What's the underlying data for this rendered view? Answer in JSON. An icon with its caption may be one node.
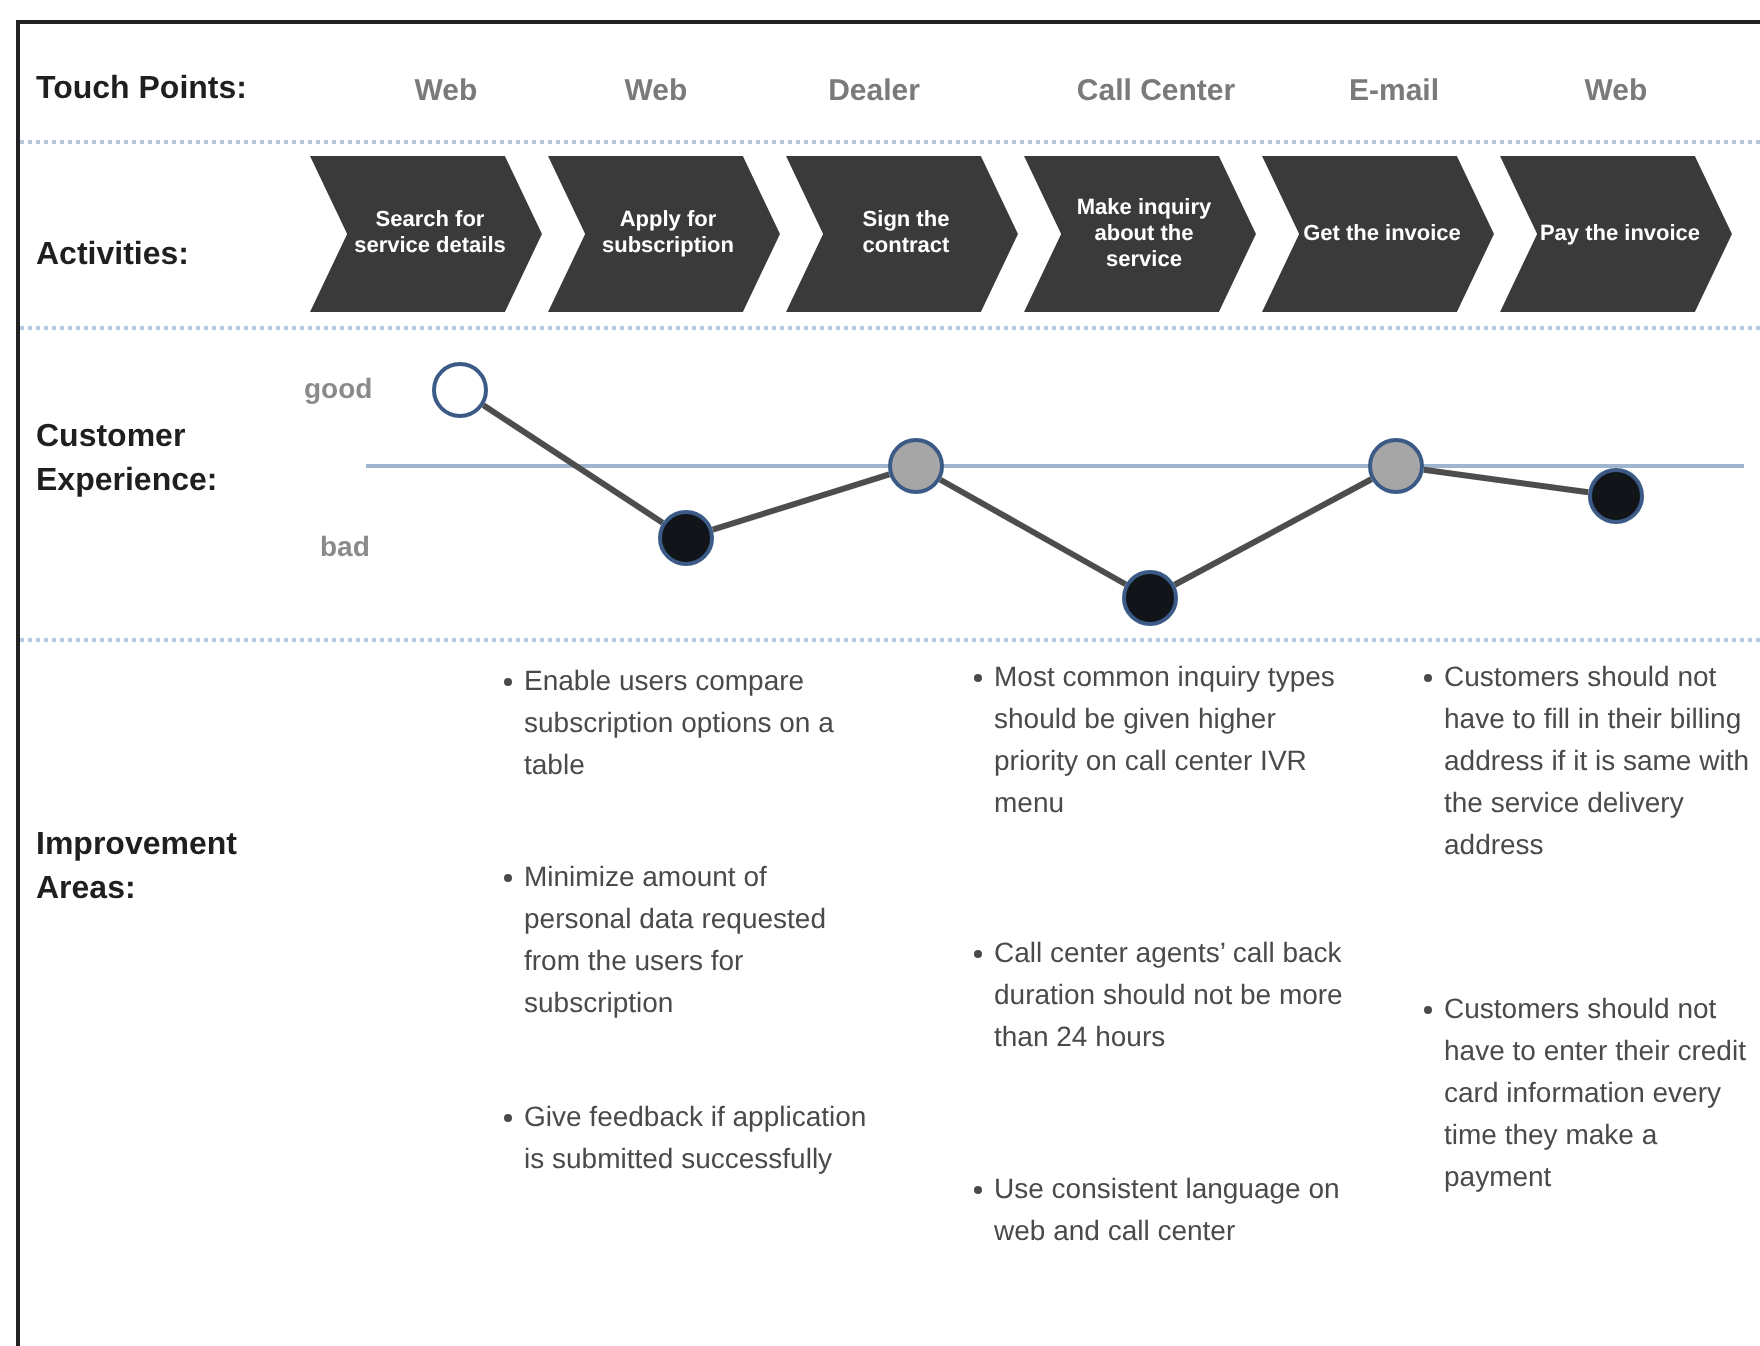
{
  "diagram": {
    "nodes": [
      {
        "text": [
          "Search for service details"
        ]
      },
      {
        "text": [
          "Apply for subscription"
        ]
      },
      {
        "text": [
          "Sign the contract"
        ]
      },
      {
        "text": [
          "Make inquiry about the service"
        ]
      },
      {
        "text": [
          "Get the invoice"
        ]
      },
      {
        "text": [
          "Pay the invoice"
        ]
      },
      {
        "text": [],
        "shape": "circle"
      },
      {
        "text": [],
        "shape": "circle"
      },
      {
        "text": [],
        "shape": "circle"
      },
      {
        "text": [],
        "shape": "circle"
      },
      {
        "text": [],
        "shape": "circle"
      },
      {
        "text": [],
        "shape": "circle"
      }
    ],
    "edges": [
      {
        "from": 6,
        "to": 7,
        "arrow": "none"
      },
      {
        "from": 7,
        "to": 8,
        "arrow": "none"
      },
      {
        "from": 8,
        "to": 9,
        "arrow": "none"
      },
      {
        "from": 9,
        "to": 10,
        "arrow": "none"
      },
      {
        "from": 10,
        "to": 11,
        "arrow": "none"
      }
    ],
    "labels": [
      "Touch Points:",
      "Web",
      "Web",
      "Dealer",
      "Call Center",
      "E-mail",
      "Web",
      "Activities:",
      "good",
      "Customer Experience:",
      "bad",
      "Improvement Areas:",
      "Enable users compare subscription options on a table",
      "Minimize amount of personal data requested from the users for subscription",
      "Give feedback if application is submitted successfully",
      "Most common inquiry types should be given higher priority on call center IVR menu",
      "Call center agents’ call back duration should not be more than 24 hours",
      "Use consistent language on web and call center",
      "Customers should not have to fill in their billing address if it is same with the service delivery address",
      "Customers should not have to enter their credit card information every time they make a payment"
    ]
  }
}
